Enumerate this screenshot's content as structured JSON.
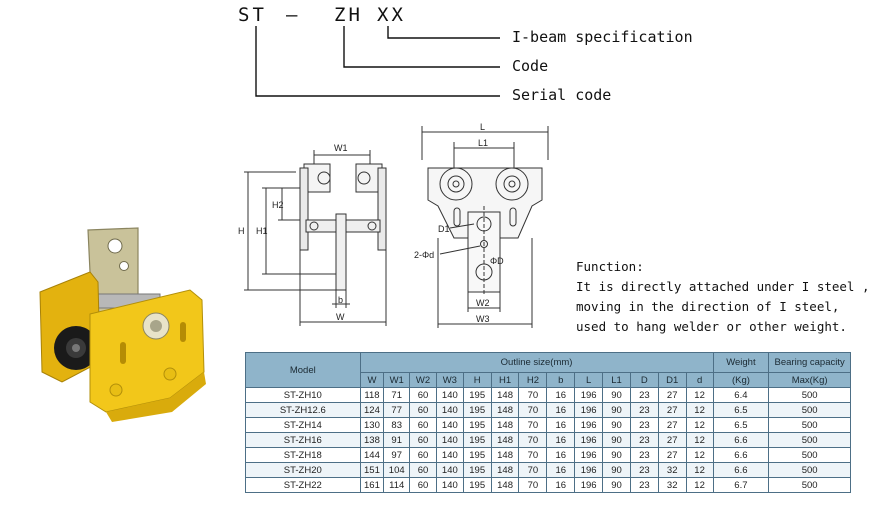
{
  "model_code": {
    "part1": "ST",
    "dash": "—",
    "part2": "ZH",
    "part3": "XX",
    "legend": {
      "ibeam": "I-beam specification",
      "code": "Code",
      "serial": "Serial code"
    }
  },
  "drawing_labels": {
    "side": {
      "w1": "W1",
      "h2": "H2",
      "h1": "H1",
      "h": "H",
      "b": "b",
      "w": "W"
    },
    "front": {
      "l": "L",
      "l1": "L1",
      "d1": "D1",
      "d_small": "2-Φd",
      "d": "ΦD",
      "w2": "W2",
      "w3": "W3"
    }
  },
  "function": {
    "title": "Function:",
    "lines": [
      "It is directly attached under I steel ,",
      "moving in the direction of I steel,",
      "used to hang welder or other weight."
    ]
  },
  "table": {
    "header": {
      "model": "Model",
      "outline": "Outline size(mm)",
      "weight": "Weight",
      "weight_unit": "(Kg)",
      "capacity": "Bearing capacity",
      "capacity_unit": "Max(Kg)",
      "cols": [
        "W",
        "W1",
        "W2",
        "W3",
        "H",
        "H1",
        "H2",
        "b",
        "L",
        "L1",
        "D",
        "D1",
        "d"
      ]
    },
    "rows": [
      [
        "ST-ZH10",
        "118",
        "71",
        "60",
        "140",
        "195",
        "148",
        "70",
        "16",
        "196",
        "90",
        "23",
        "27",
        "12",
        "6.4",
        "500"
      ],
      [
        "ST-ZH12.6",
        "124",
        "77",
        "60",
        "140",
        "195",
        "148",
        "70",
        "16",
        "196",
        "90",
        "23",
        "27",
        "12",
        "6.5",
        "500"
      ],
      [
        "ST-ZH14",
        "130",
        "83",
        "60",
        "140",
        "195",
        "148",
        "70",
        "16",
        "196",
        "90",
        "23",
        "27",
        "12",
        "6.5",
        "500"
      ],
      [
        "ST-ZH16",
        "138",
        "91",
        "60",
        "140",
        "195",
        "148",
        "70",
        "16",
        "196",
        "90",
        "23",
        "27",
        "12",
        "6.6",
        "500"
      ],
      [
        "ST-ZH18",
        "144",
        "97",
        "60",
        "140",
        "195",
        "148",
        "70",
        "16",
        "196",
        "90",
        "23",
        "27",
        "12",
        "6.6",
        "500"
      ],
      [
        "ST-ZH20",
        "151",
        "104",
        "60",
        "140",
        "195",
        "148",
        "70",
        "16",
        "196",
        "90",
        "23",
        "32",
        "12",
        "6.6",
        "500"
      ],
      [
        "ST-ZH22",
        "161",
        "114",
        "60",
        "140",
        "195",
        "148",
        "70",
        "16",
        "196",
        "90",
        "23",
        "32",
        "12",
        "6.7",
        "500"
      ]
    ]
  },
  "colors": {
    "product_yellow": "#f2c71a",
    "table_header": "#8fb4ca",
    "table_border": "#4d6f86"
  }
}
